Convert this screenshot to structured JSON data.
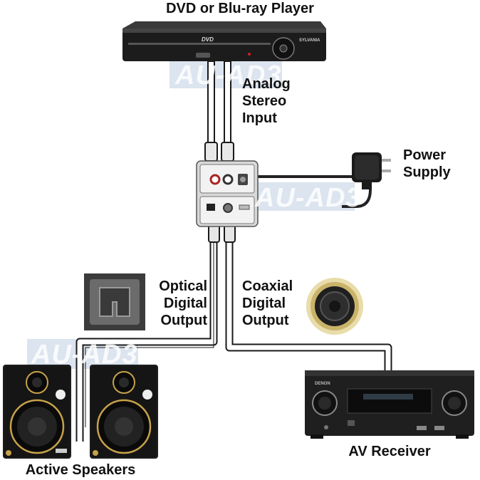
{
  "labels": {
    "dvd_player": "DVD or Blu-ray Player",
    "analog_input": [
      "Analog",
      "Stereo",
      "Input"
    ],
    "power_supply": [
      "Power",
      "Supply"
    ],
    "optical_output": [
      "Optical",
      "Digital",
      "Output"
    ],
    "coaxial_output": [
      "Coaxial",
      "Digital",
      "Output"
    ],
    "active_speakers": "Active Speakers",
    "av_receiver": "AV Receiver"
  },
  "watermark": "AU-AD3",
  "device_text": {
    "dvd_logo": "DVD",
    "dvd_brand": "SYLVANIA",
    "receiver_brand": "DENON"
  },
  "colors": {
    "cable_outline": "#1a1a1a",
    "cable_fill": "#ffffff",
    "device_dark": "#1c1c1c",
    "speaker_ring": "#c8a24a",
    "watermark_bg": "#b9c9de"
  }
}
